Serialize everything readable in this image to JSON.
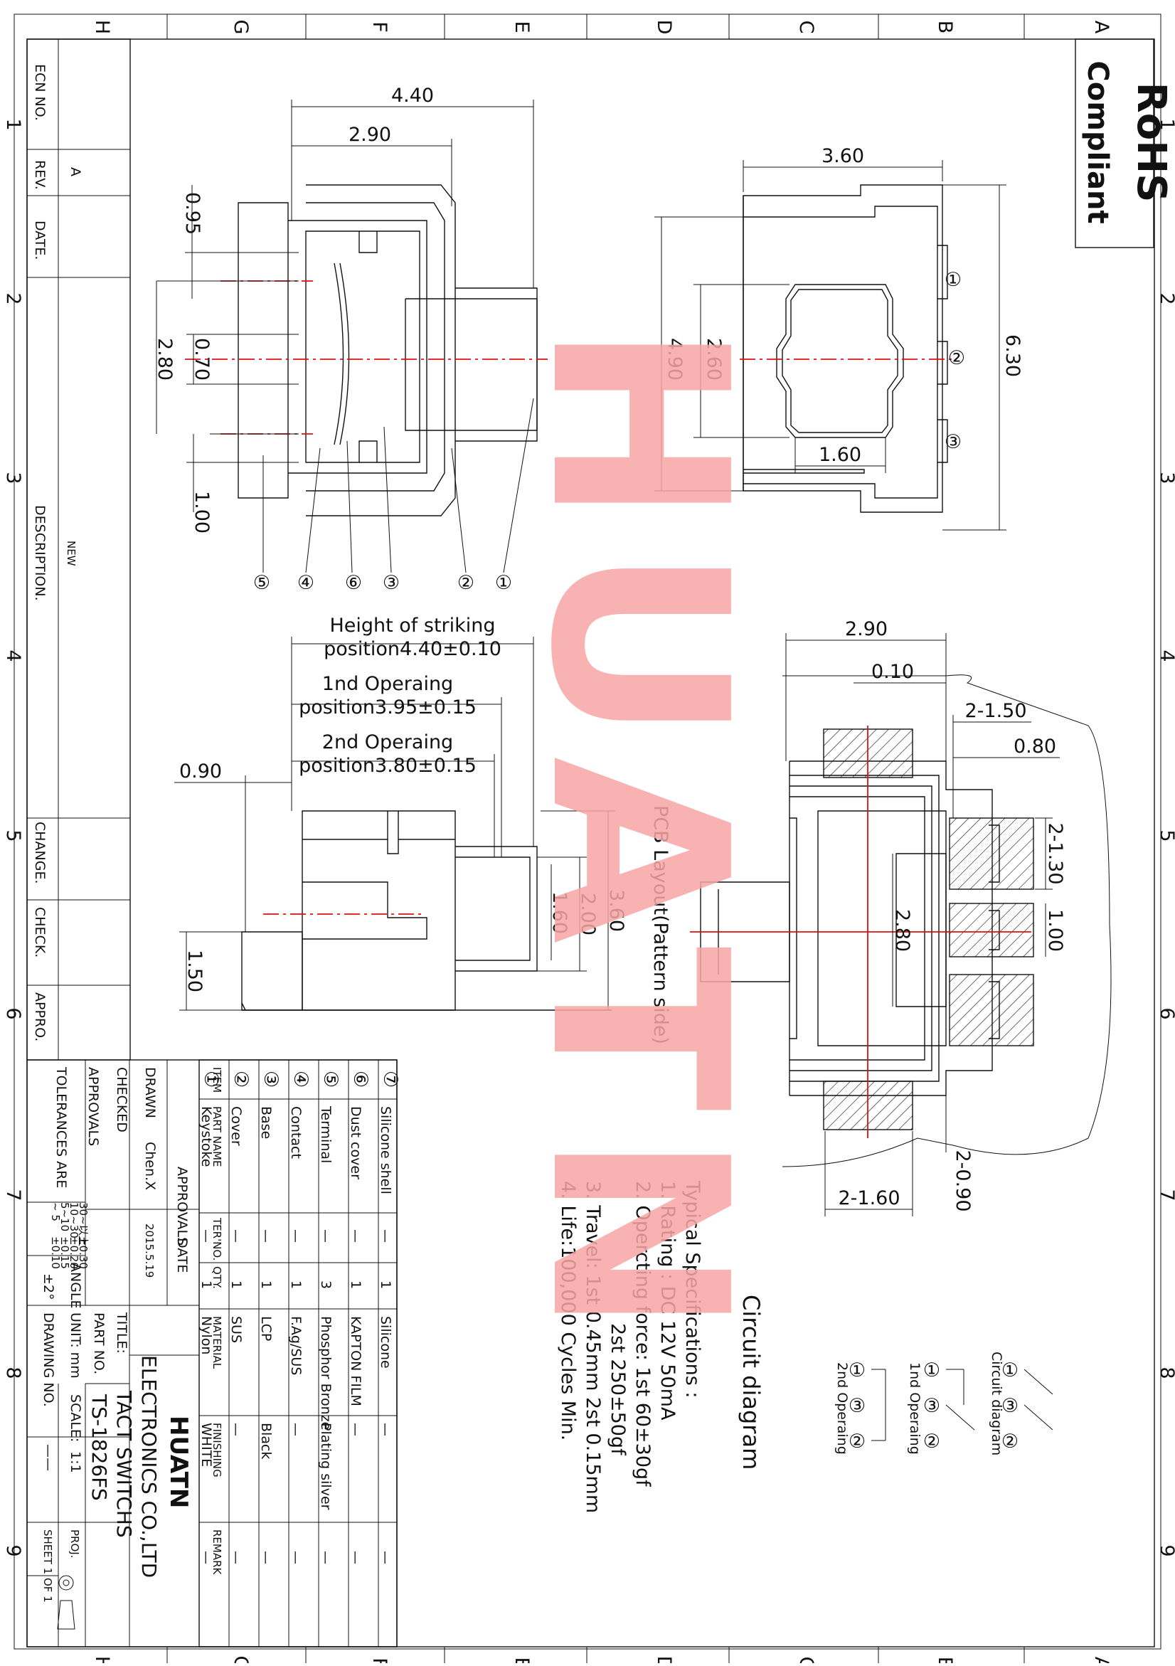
{
  "rohs": {
    "line1": "RoHS",
    "line2": "Compliant"
  },
  "border": {
    "rows": [
      "A",
      "B",
      "C",
      "D",
      "E",
      "F",
      "G",
      "H"
    ],
    "cols": [
      "1",
      "2",
      "3",
      "4",
      "5",
      "6",
      "7",
      "8",
      "9"
    ]
  },
  "top_view": {
    "dims": [
      "3.60",
      "6.30",
      "2.60",
      "1.60",
      "4.90"
    ],
    "pins": [
      "①",
      "②",
      "③"
    ]
  },
  "side_view": {
    "dims": [
      "4.40",
      "2.90",
      "0.95",
      "2.80",
      "0.70",
      "1.00"
    ],
    "balloons": [
      "⑤",
      "④",
      "⑥",
      "③",
      "②",
      "①"
    ]
  },
  "heights": {
    "striking": [
      "Height of striking",
      "position4.40±0.10"
    ],
    "first": [
      "1nd Operaing",
      "position3.95±0.15"
    ],
    "second": [
      "2nd Operaing",
      "position3.80±0.15"
    ],
    "dims": [
      "0.90",
      "1.50",
      "3.60",
      "2.00",
      "1.60"
    ]
  },
  "pcb": {
    "label": "PCB Layout(Pattern side)",
    "dims": [
      "2.90",
      "0.10",
      "2-1.50",
      "0.80",
      "2-1.30",
      "1.00",
      "2.80",
      "2-1.60",
      "2-0.90"
    ]
  },
  "specs": {
    "title": "Typical Specifications :",
    "lines": [
      "1. Rating : DC 12V 50mA",
      "2. Opercting force: 1st 60±30gf",
      "2st 250±50gf",
      "3. Travel:  1st 0.45mm 2st 0.15mm",
      "4. Life:100,000 Cycles Min."
    ]
  },
  "circuit": {
    "title": "Circuit diagram",
    "sub": [
      "Circuit diagram",
      "1nd Operaing",
      "2nd Operaing"
    ],
    "nodes_a": [
      "①",
      "③",
      "②"
    ],
    "nodes_b": [
      "①",
      "③",
      "②"
    ],
    "nodes_c": [
      "①",
      "③",
      "②"
    ]
  },
  "bom": {
    "header": [
      "ITEM",
      "PART NAME",
      "TER'NO.",
      "QTY.",
      "MATERIAL",
      "FINISHING",
      "REMARK"
    ],
    "rows": [
      {
        "item": "⑦",
        "name": "Silicone shell",
        "ter": "—",
        "qty": "1",
        "mat": "Silicone",
        "fin": "—",
        "rem": "—"
      },
      {
        "item": "⑥",
        "name": "Dust cover",
        "ter": "—",
        "qty": "1",
        "mat": "KAPTON FILM",
        "fin": "—",
        "rem": "—"
      },
      {
        "item": "⑤",
        "name": "Terminal",
        "ter": "—",
        "qty": "3",
        "mat": "Phosphor Bronze",
        "fin": "Plating silver",
        "rem": "—"
      },
      {
        "item": "④",
        "name": "Contact",
        "ter": "—",
        "qty": "1",
        "mat": "F.Ag/SUS",
        "fin": "—",
        "rem": "—"
      },
      {
        "item": "③",
        "name": "Base",
        "ter": "—",
        "qty": "1",
        "mat": "LCP",
        "fin": "Black",
        "rem": "—"
      },
      {
        "item": "②",
        "name": "Cover",
        "ter": "—",
        "qty": "1",
        "mat": "SUS",
        "fin": "—",
        "rem": "—"
      },
      {
        "item": "①",
        "name": "Keystoke",
        "ter": "—",
        "qty": "1",
        "mat": "Nylon",
        "fin": "WHITE",
        "rem": "—"
      }
    ]
  },
  "title_block": {
    "approvals": "APPROVALS",
    "date_label": "DATE",
    "drawn_label": "DRAWN",
    "drawn_by": "Chen.X",
    "drawn_date": "2015.5.19",
    "checked_label": "CHECKED",
    "approvals_label": "APPROVALS",
    "company_logo": "HUATN",
    "company": "ELECTRONICS CO.,LTD",
    "title_label": "TITLE:",
    "title": "TACT SWITCHS",
    "part_label": "PART NO.",
    "part_no": "TS-1826FS",
    "unit": "UNIT: mm",
    "scale_label": "SCALE:",
    "scale": "1:1",
    "proj": "PROJ.",
    "drawing_label": "DRAWING NO.",
    "drawing_no": "——",
    "sheet": "SHEET  1 OF 1",
    "tol_label": "TOLERANCES ARE",
    "tol_rows": [
      [
        "30~以上",
        "±0.30"
      ],
      [
        "10~30",
        "±0.20"
      ],
      [
        "5~10",
        "±0.15"
      ],
      [
        "~ 5",
        "±0.10"
      ]
    ],
    "angle_label": "ANGLE",
    "angle": "±2°"
  },
  "revision": {
    "ecn": "ECN NO.",
    "rev": "REV.",
    "rev_val": "A",
    "date": "DATE.",
    "description": "DESCRIPTION.",
    "desc_val": "NEW",
    "change": "CHANGE.",
    "check": "CHECK.",
    "appro": "APPRO."
  },
  "watermark": "HUATN",
  "colors": {
    "line": "#111111",
    "center": "#e01010",
    "watermark": "#f7a5a5"
  }
}
